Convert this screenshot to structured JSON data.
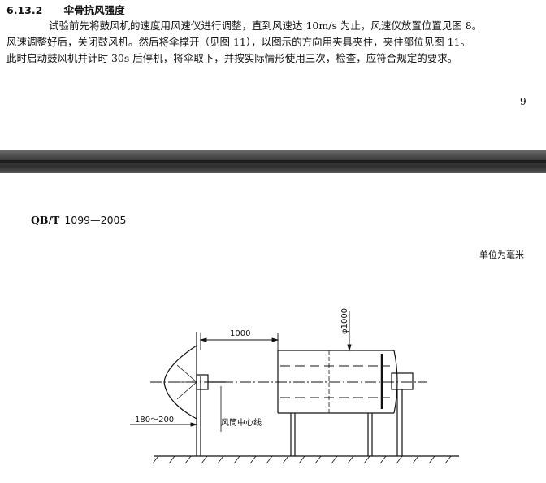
{
  "section": {
    "number": "6.13.2",
    "title": "伞骨抗风强度"
  },
  "paragraph": {
    "lines": [
      "试验前先将鼓风机的速度用风速仪进行调整，直到风速达 10m/s 为止，风速仪放置位置见图 8。",
      "风速调整好后，关闭鼓风机。然后将伞撑开（见图 11），以图示的方向用夹具夹住，夹住部位见图 11。",
      "此时启动鼓风机并计时 30s 后停机，将伞取下，并按实际情形使用三次，检查，应符合规定的要求。"
    ]
  },
  "page_number": "9",
  "header": {
    "code_prefix": "QB/T",
    "code_number": "1099—2005"
  },
  "figure": {
    "unit_note": "单位为毫米",
    "dim_length": "1000",
    "dim_diameter": "φ1000",
    "dim_clamp": "180～200",
    "center_label": "风筒中心线"
  }
}
